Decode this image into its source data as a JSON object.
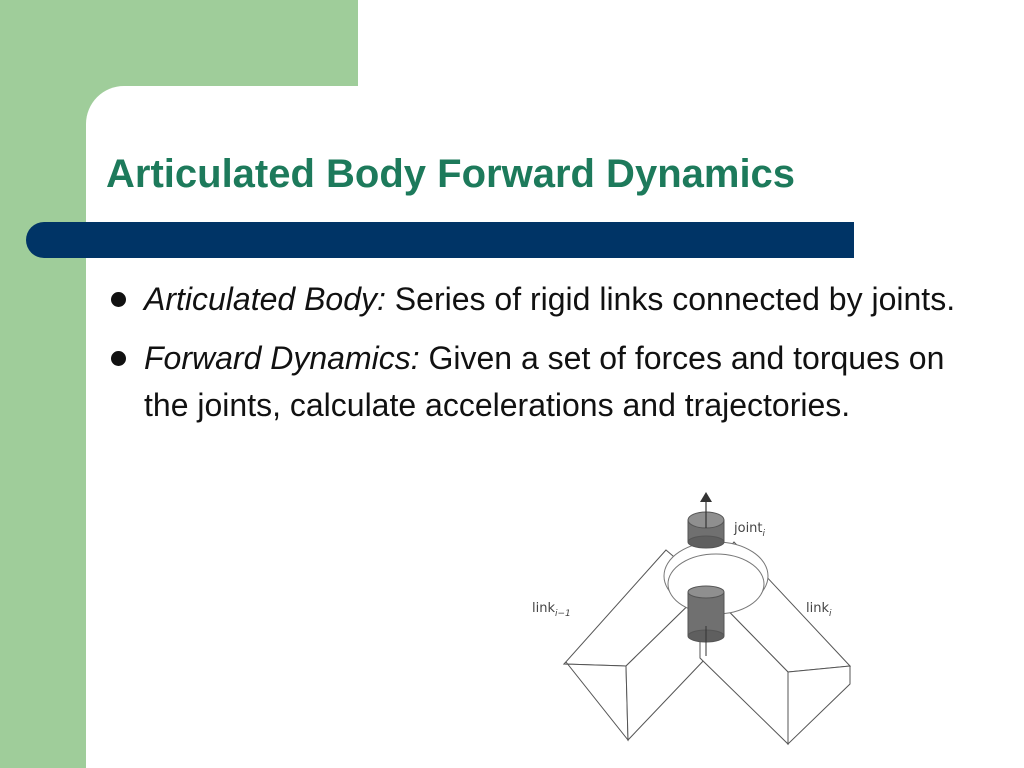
{
  "slide": {
    "title": "Articulated Body Forward Dynamics",
    "bullets": [
      {
        "term": "Articulated Body:",
        "text": "Series of rigid links connected by joints."
      },
      {
        "term": "Forward Dynamics:",
        "text": "Given a set of forces and torques on the joints, calculate accelerations and trajectories."
      }
    ]
  },
  "diagram": {
    "joint_label": "joint",
    "joint_subscript": "i",
    "link_prev_label": "link",
    "link_prev_subscript": "i−1",
    "link_label": "link",
    "link_subscript": "i"
  },
  "colors": {
    "panel": "#9fcd9a",
    "title": "#1d7a5b",
    "bar": "#003466",
    "text": "#111111"
  }
}
